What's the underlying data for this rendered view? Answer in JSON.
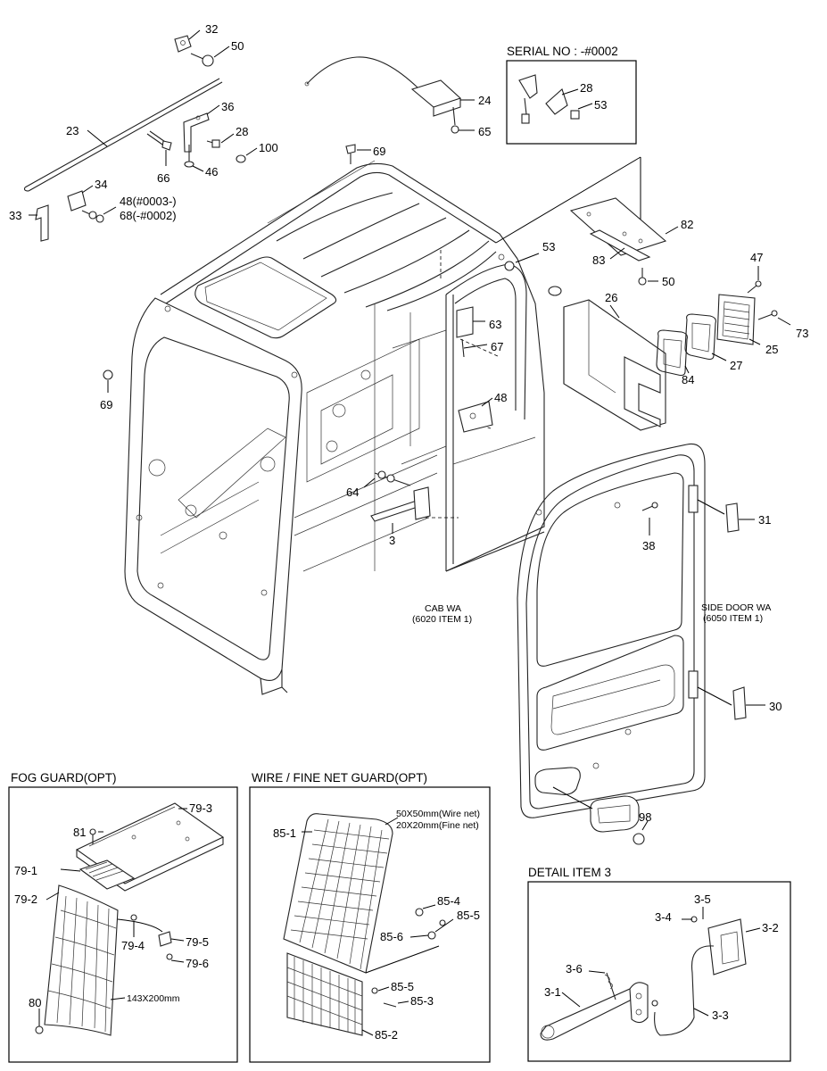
{
  "boxes": {
    "serial": "SERIAL NO : -#0002",
    "fog": "FOG GUARD(OPT)",
    "wire": "WIRE / FINE NET GUARD(OPT)",
    "detail3": "DETAIL ITEM 3"
  },
  "notes": {
    "cab_1": "CAB WA",
    "cab_2": "(6020 ITEM 1)",
    "door_1": "SIDE DOOR WA",
    "door_2": "(6050 ITEM 1)",
    "net_1": "50X50mm(Wire net)",
    "net_2": "20X20mm(Fine net)",
    "fog_size": "143X200mm"
  },
  "callouts": {
    "c32": "32",
    "c50a": "50",
    "c23": "23",
    "c36": "36",
    "c28a": "28",
    "c100": "100",
    "c46": "46",
    "c66": "66",
    "c34": "34",
    "c33": "33",
    "c48a": "48(#0003-)",
    "c68": "68(-#0002)",
    "c24": "24",
    "c65": "65",
    "c28b": "28",
    "c53a": "53",
    "c69a": "69",
    "c82": "82",
    "c83": "83",
    "c53b": "53",
    "c50b": "50",
    "c47": "47",
    "c26": "26",
    "c63": "63",
    "c67": "67",
    "c73": "73",
    "c25": "25",
    "c27": "27",
    "c84": "84",
    "c69b": "69",
    "c48b": "48",
    "c64": "64",
    "c3": "3",
    "c31": "31",
    "c38": "38",
    "c30": "30",
    "c98": "98",
    "f79_3": "79-3",
    "f81": "81",
    "f79_1": "79-1",
    "f79_2": "79-2",
    "f79_4": "79-4",
    "f79_5": "79-5",
    "f79_6": "79-6",
    "f80": "80",
    "w85_1": "85-1",
    "w85_4": "85-4",
    "w85_5a": "85-5",
    "w85_6": "85-6",
    "w85_5b": "85-5",
    "w85_3": "85-3",
    "w85_2": "85-2",
    "d3_5": "3-5",
    "d3_4": "3-4",
    "d3_2": "3-2",
    "d3_6": "3-6",
    "d3_1": "3-1",
    "d3_3": "3-3"
  }
}
